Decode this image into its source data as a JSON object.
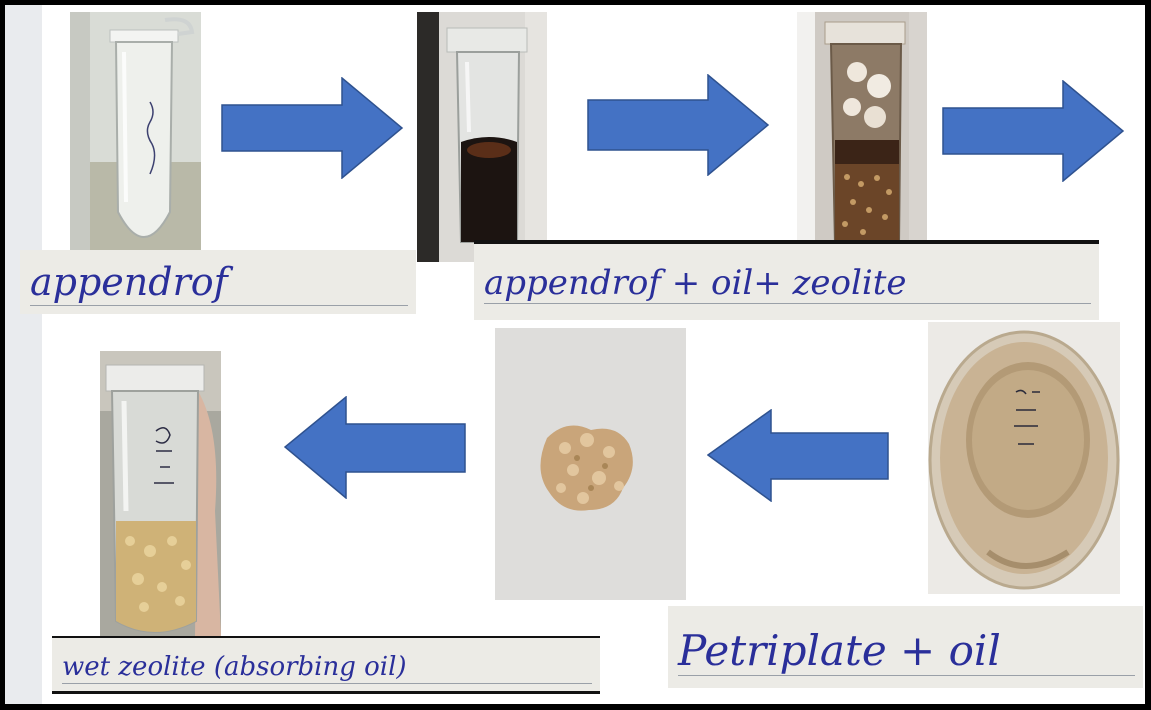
{
  "labels": {
    "eppendorf": "appendrof",
    "eppendorf_oil_zeolite": "appendrof + oil+ zeolite",
    "petriplate_oil": "Petriplate + oil",
    "wet_zeolite": "wet zeolite (absorbing oil)"
  },
  "colors": {
    "arrow": "#4472c4",
    "arrow_stroke": "#2f528f",
    "ink": "#2a2f9a",
    "paper": "#ecebe6"
  },
  "icons": {
    "arrow_right": "arrow-right-icon",
    "arrow_left": "arrow-left-icon"
  }
}
